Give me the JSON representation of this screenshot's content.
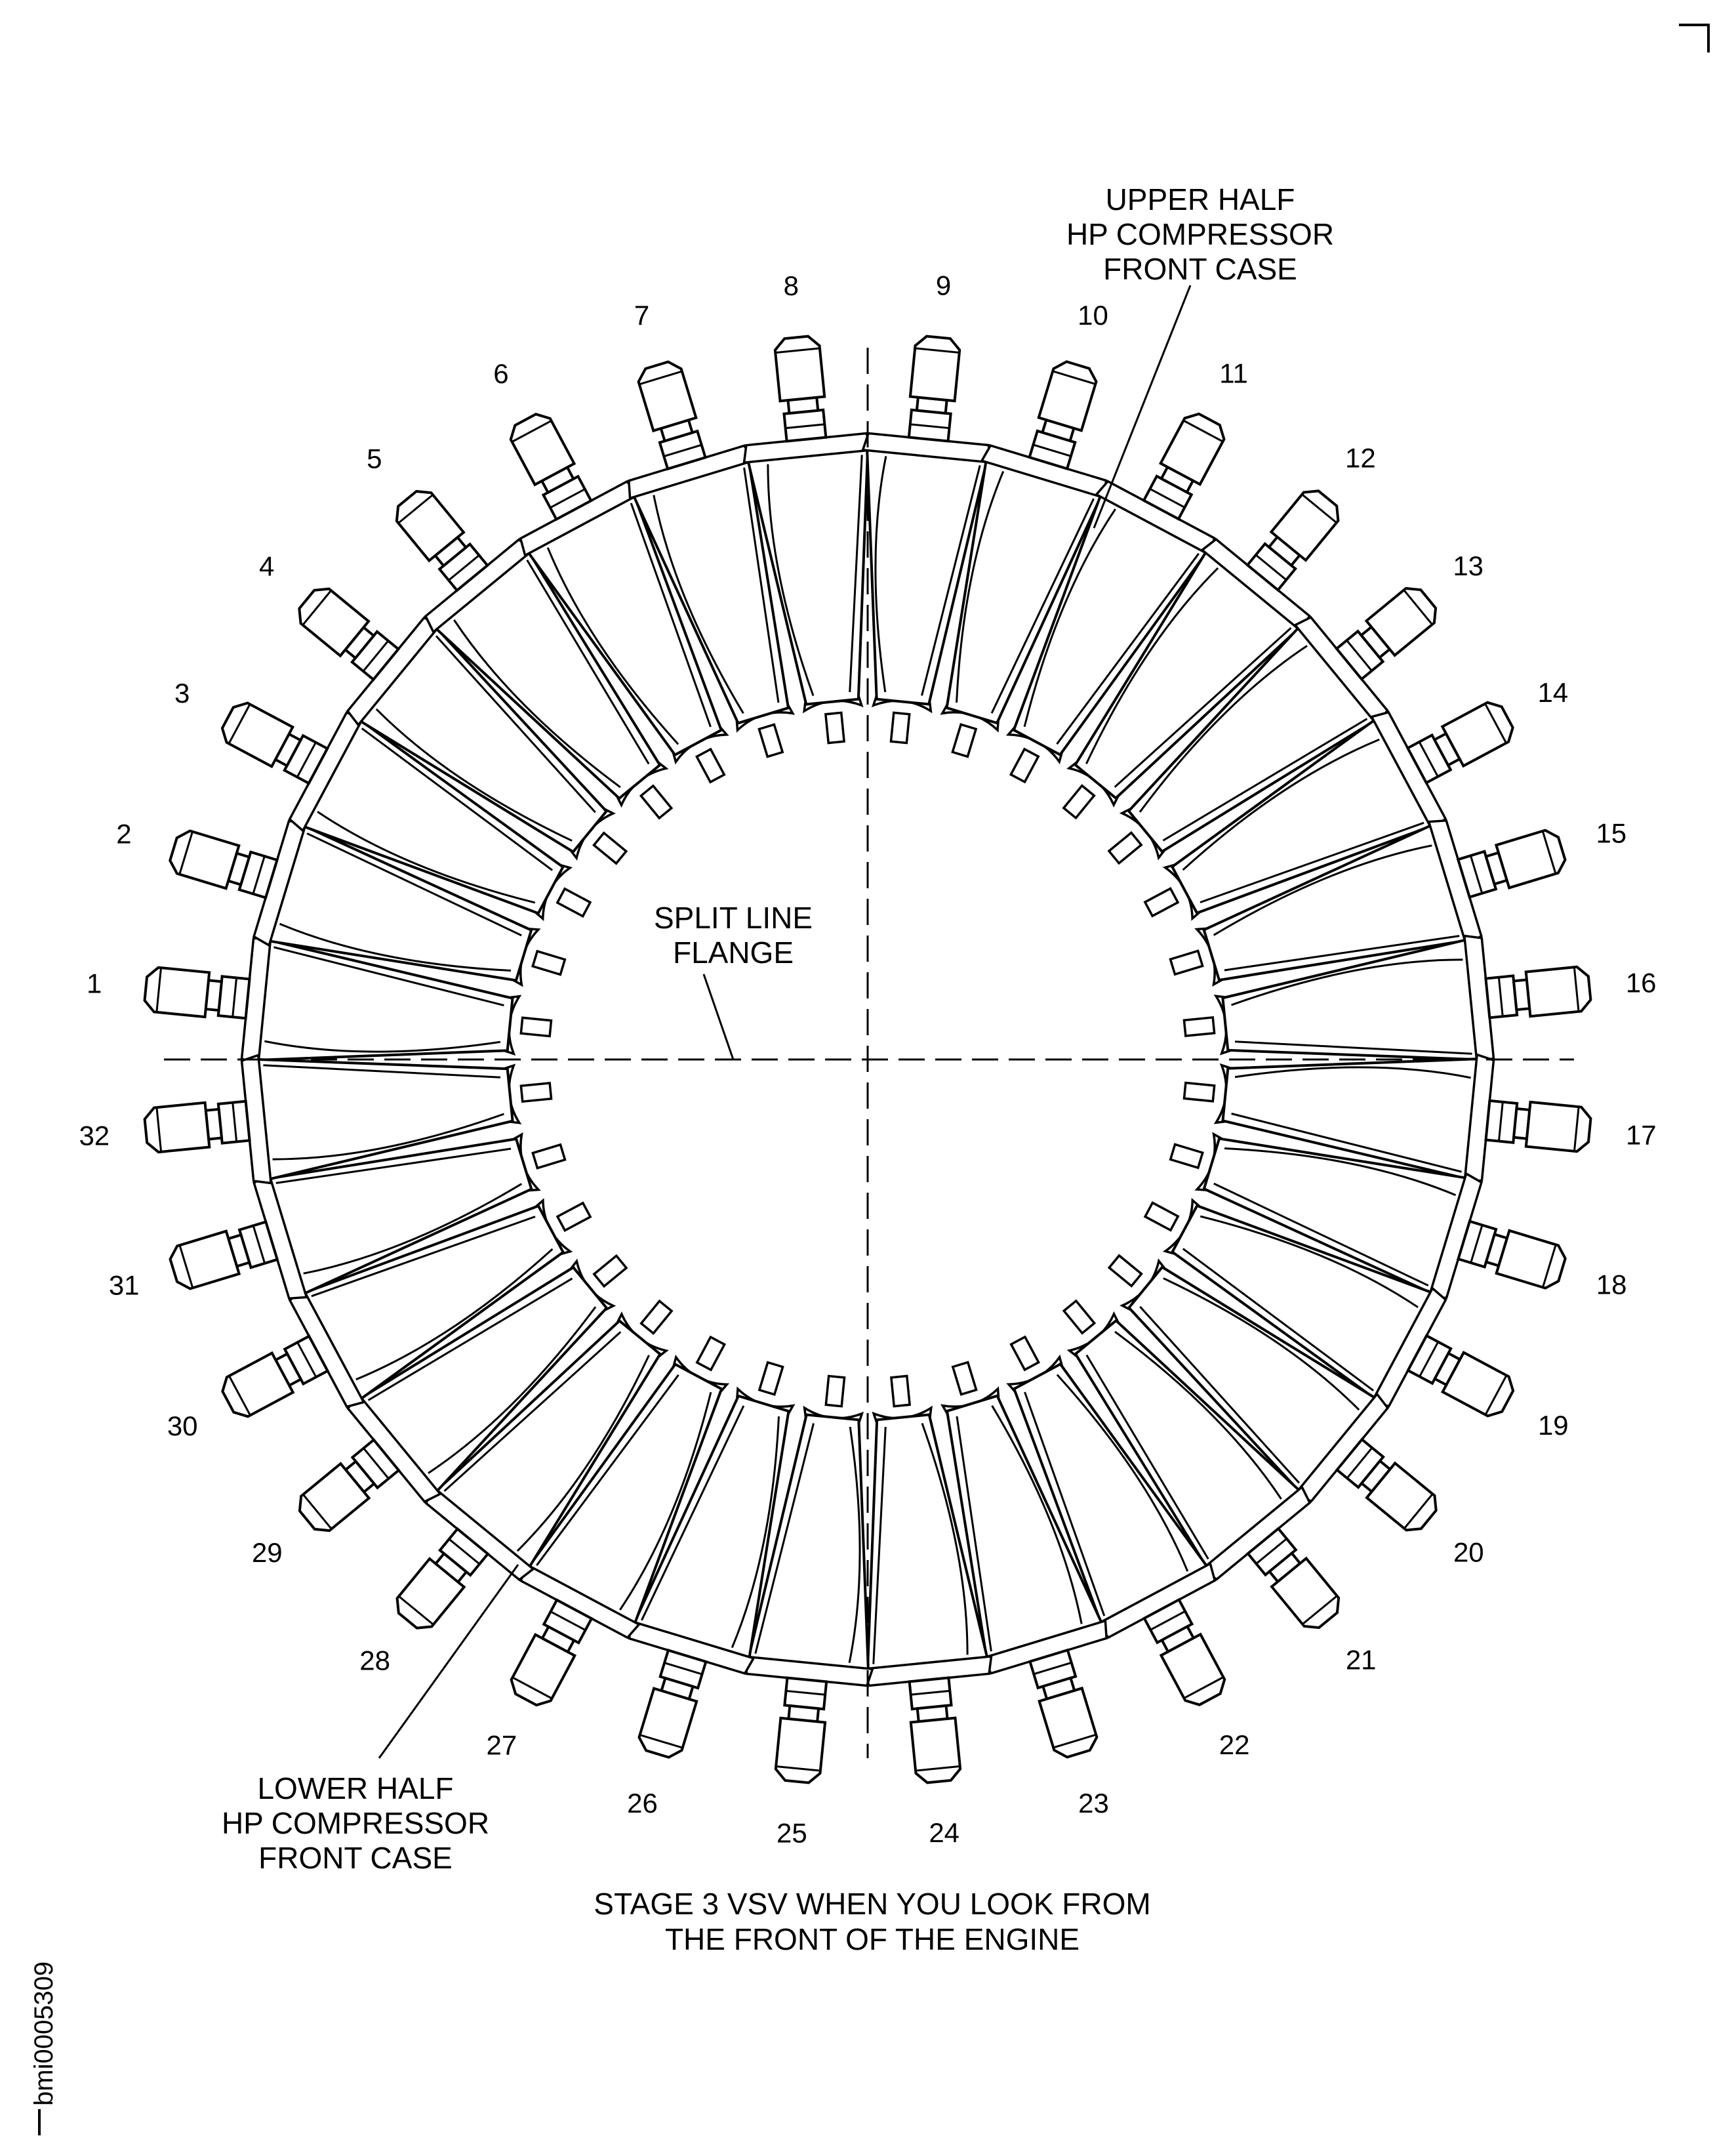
{
  "diagram": {
    "vane_numbers": [
      "1",
      "2",
      "3",
      "4",
      "5",
      "6",
      "7",
      "8",
      "9",
      "10",
      "11",
      "12",
      "13",
      "14",
      "15",
      "16",
      "17",
      "18",
      "19",
      "20",
      "21",
      "22",
      "23",
      "24",
      "25",
      "26",
      "27",
      "28",
      "29",
      "30",
      "31",
      "32"
    ],
    "callouts": {
      "upper_case": [
        "UPPER HALF",
        "HP COMPRESSOR",
        "FRONT CASE"
      ],
      "split_line": [
        "SPLIT LINE",
        "FLANGE"
      ],
      "lower_case": [
        "LOWER HALF",
        "HP COMPRESSOR",
        "FRONT CASE"
      ]
    },
    "caption": [
      "STAGE 3 VSV WHEN YOU LOOK FROM",
      "THE FRONT OF THE ENGINE"
    ],
    "figure_id": "bmi0005309"
  }
}
